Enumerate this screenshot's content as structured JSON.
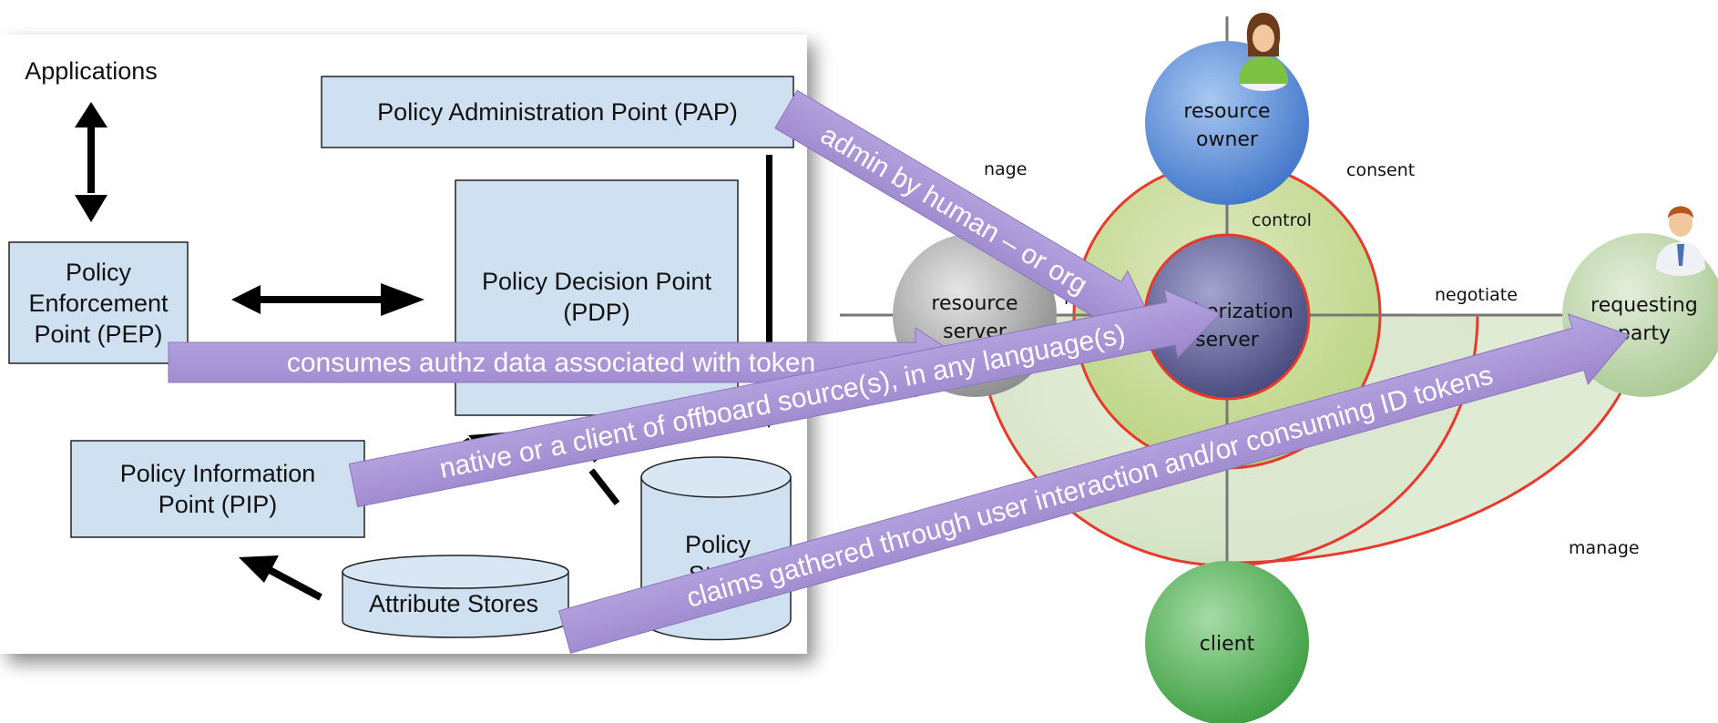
{
  "xacml": {
    "applications": "Applications",
    "pap": "Policy Administration Point (PAP)",
    "pdp_line1": "Policy Decision Point",
    "pdp_line2": "(PDP)",
    "pep_line1": "Policy",
    "pep_line2": "Enforcement",
    "pep_line3": "Point (PEP)",
    "pip_line1": "Policy Information",
    "pip_line2": "Point (PIP)",
    "policy_store_line1": "Policy",
    "policy_store_line2": "Store",
    "attribute_stores": "Attribute Stores"
  },
  "uma": {
    "resource_owner_line1": "resource",
    "resource_owner_line2": "owner",
    "resource_server_line1": "resource",
    "resource_server_line2": "server",
    "authorization_server_line1": "authorization",
    "authorization_server_line2": "server",
    "requesting_party_line1": "requesting",
    "requesting_party_line2": "party",
    "client": "client",
    "edge_consent": "consent",
    "edge_control": "control",
    "edge_protect": "protect",
    "edge_negotiate": "negotiate",
    "edge_manage": "manage",
    "edge_manage_partial": "nage"
  },
  "annotations": {
    "admin": "admin by human – or org",
    "consumes": "consumes authz data associated with token",
    "native": "native or a client of offboard source(s), in any language(s)",
    "claims": "claims gathered through user interaction and/or consuming ID tokens"
  },
  "colors": {
    "box_fill": "#cfe0f1",
    "arrow_fill": "#a995d6",
    "ring_red": "#e8392b",
    "resource_owner": "#5c8fd8",
    "authorization_server": "#5b5c92",
    "resource_server": "#a0a0a0",
    "requesting_party": "#b7d2a2",
    "client": "#4fae52"
  }
}
